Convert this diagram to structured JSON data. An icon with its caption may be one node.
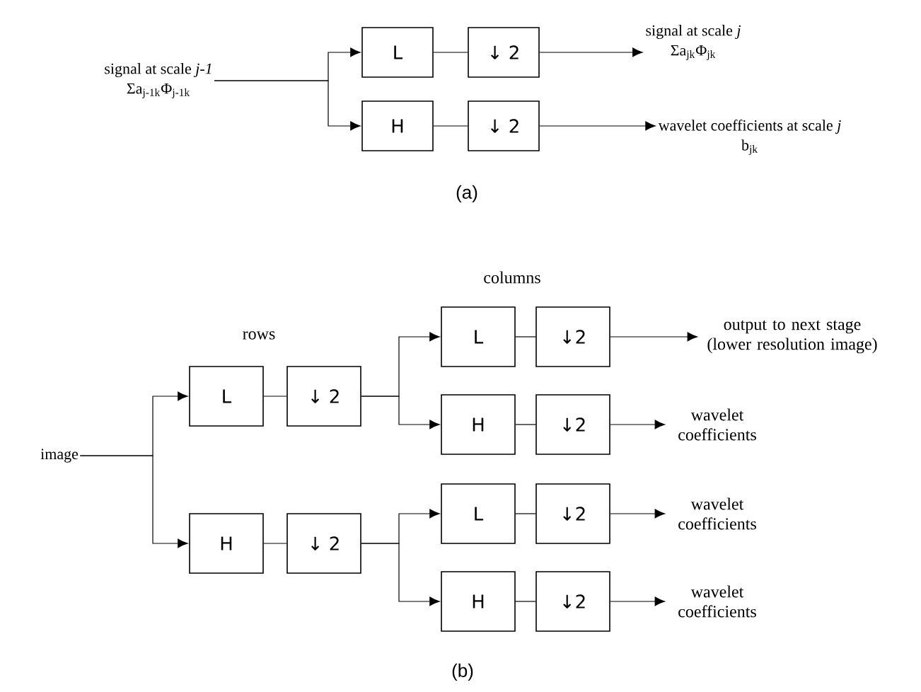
{
  "diagram": {
    "nodes": [
      {
        "text": [
          "signal at scale *j-1*",
          "Σa$_{j-1k}$Φ$_{j-1k}$"
        ]
      },
      {
        "text": [
          "L"
        ]
      },
      {
        "text": [
          "↓ 2"
        ]
      },
      {
        "text": [
          "H"
        ]
      },
      {
        "text": [
          "↓ 2"
        ]
      },
      {
        "text": [
          "signal at scale *j*",
          "Σa$_{jk}$Φ$_{jk}$"
        ]
      },
      {
        "text": [
          "wavelet coefficients at scale *j*",
          "b$_{jk}$"
        ]
      },
      {
        "text": [
          "image"
        ]
      },
      {
        "text": [
          "L"
        ]
      },
      {
        "text": [
          "↓ 2"
        ]
      },
      {
        "text": [
          "H"
        ]
      },
      {
        "text": [
          "↓ 2"
        ]
      },
      {
        "text": [
          "L"
        ]
      },
      {
        "text": [
          "↓2"
        ]
      },
      {
        "text": [
          "H"
        ]
      },
      {
        "text": [
          "↓2"
        ]
      },
      {
        "text": [
          "L"
        ]
      },
      {
        "text": [
          "↓2"
        ]
      },
      {
        "text": [
          "H"
        ]
      },
      {
        "text": [
          "↓2"
        ]
      },
      {
        "text": [
          "output to next stage (lower resolution image)"
        ]
      },
      {
        "text": [
          "wavelet coefficients"
        ]
      },
      {
        "text": [
          "wavelet coefficients"
        ]
      },
      {
        "text": [
          "wavelet coefficients"
        ]
      }
    ],
    "edges": [
      {
        "from": 0,
        "to": 1,
        "arrow": "to"
      },
      {
        "from": 0,
        "to": 3,
        "arrow": "to"
      },
      {
        "from": 1,
        "to": 2,
        "arrow": "none"
      },
      {
        "from": 2,
        "to": 5,
        "arrow": "to"
      },
      {
        "from": 3,
        "to": 4,
        "arrow": "none"
      },
      {
        "from": 4,
        "to": 6,
        "arrow": "to"
      },
      {
        "from": 7,
        "to": 8,
        "arrow": "to"
      },
      {
        "from": 7,
        "to": 10,
        "arrow": "to"
      },
      {
        "from": 8,
        "to": 9,
        "arrow": "none"
      },
      {
        "from": 9,
        "to": 12,
        "arrow": "to"
      },
      {
        "from": 9,
        "to": 14,
        "arrow": "to"
      },
      {
        "from": 10,
        "to": 11,
        "arrow": "none"
      },
      {
        "from": 11,
        "to": 16,
        "arrow": "to"
      },
      {
        "from": 11,
        "to": 18,
        "arrow": "to"
      },
      {
        "from": 12,
        "to": 13,
        "arrow": "none"
      },
      {
        "from": 13,
        "to": 20,
        "arrow": "to"
      },
      {
        "from": 14,
        "to": 15,
        "arrow": "none"
      },
      {
        "from": 15,
        "to": 21,
        "arrow": "to"
      },
      {
        "from": 16,
        "to": 17,
        "arrow": "none"
      },
      {
        "from": 17,
        "to": 22,
        "arrow": "to"
      },
      {
        "from": 18,
        "to": 19,
        "arrow": "none"
      },
      {
        "from": 19,
        "to": 23,
        "arrow": "to"
      }
    ],
    "labels": [
      "(a)",
      "rows",
      "columns",
      "(b)"
    ]
  }
}
